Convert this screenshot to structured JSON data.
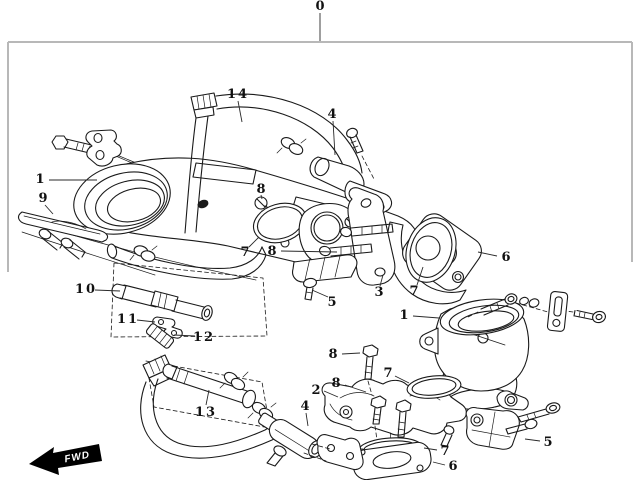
{
  "figure": {
    "type": "exploded-parts-diagram",
    "frame_reference": "0",
    "fwd_label": "FWD"
  },
  "colors": {
    "background": "#ffffff",
    "line": "#1a1a1a",
    "frame_border": "#b8b8b8",
    "fwd_arrow": "#000000"
  },
  "callouts": [
    {
      "id": "0"
    },
    {
      "id": "14"
    },
    {
      "id": "4"
    },
    {
      "id": "1"
    },
    {
      "id": "9"
    },
    {
      "id": "8"
    },
    {
      "id": "7"
    },
    {
      "id": "8"
    },
    {
      "id": "5"
    },
    {
      "id": "3"
    },
    {
      "id": "7"
    },
    {
      "id": "6"
    },
    {
      "id": "1"
    },
    {
      "id": "10"
    },
    {
      "id": "11"
    },
    {
      "id": "12"
    },
    {
      "id": "13"
    },
    {
      "id": "8"
    },
    {
      "id": "7"
    },
    {
      "id": "8"
    },
    {
      "id": "2"
    },
    {
      "id": "4"
    },
    {
      "id": "7"
    },
    {
      "id": "6"
    },
    {
      "id": "5"
    }
  ]
}
